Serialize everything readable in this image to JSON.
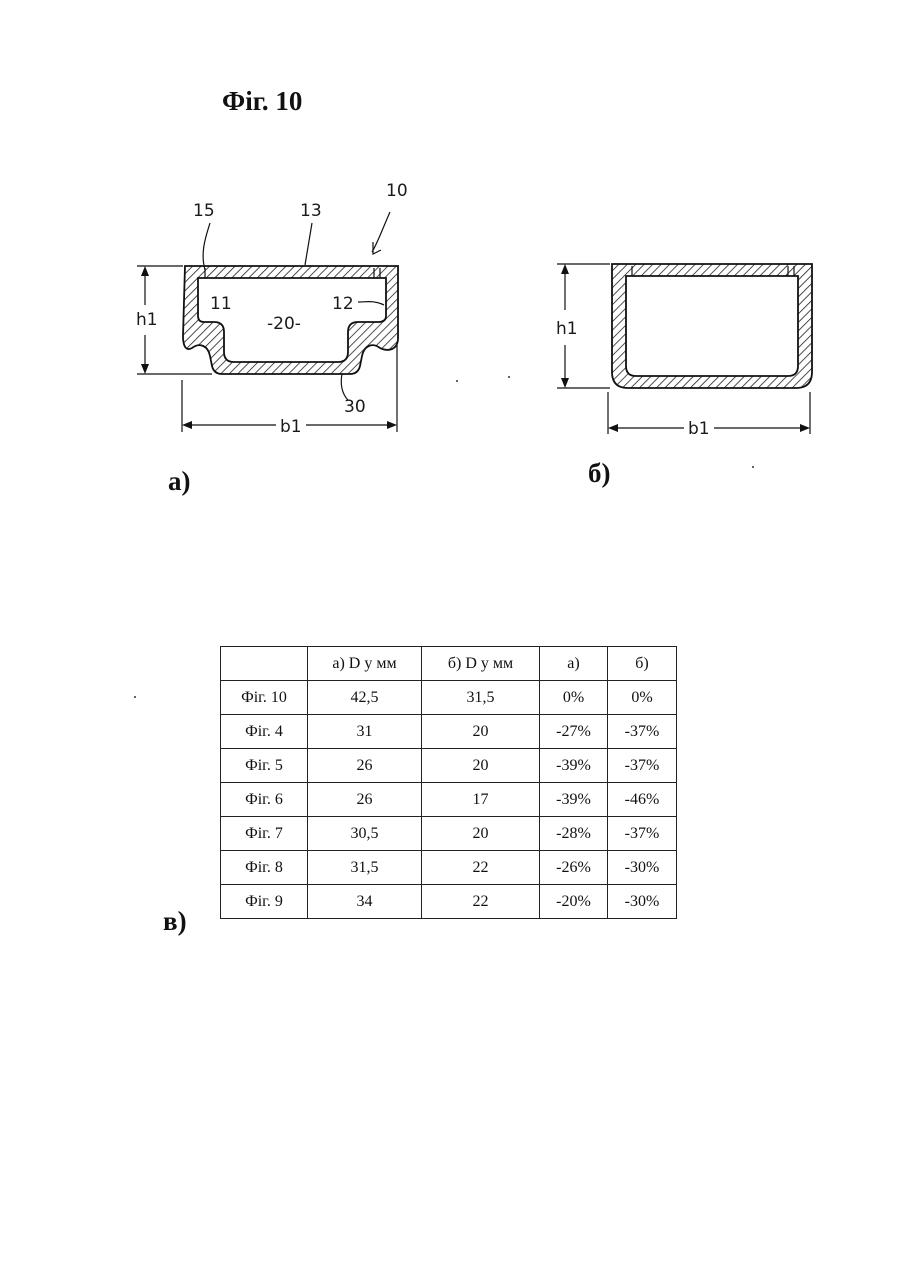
{
  "figure_title": "Фіг. 10",
  "panels": {
    "a": {
      "label": "а)",
      "callouts": {
        "ref_10": "10",
        "ref_15": "15",
        "ref_13": "13",
        "ref_11": "11",
        "ref_20": "-20-",
        "ref_12": "12",
        "ref_30": "30"
      },
      "dim_height": "h1",
      "dim_width": "b1"
    },
    "b": {
      "label": "б)",
      "dim_height": "h1",
      "dim_width": "b1"
    },
    "c": {
      "label": "в)"
    }
  },
  "table": {
    "headers": [
      "",
      "а) D у мм",
      "б) D у мм",
      "а)",
      "б)"
    ],
    "rows": [
      [
        "Фіг. 10",
        "42,5",
        "31,5",
        "0%",
        "0%"
      ],
      [
        "Фіг. 4",
        "31",
        "20",
        "-27%",
        "-37%"
      ],
      [
        "Фіг. 5",
        "26",
        "20",
        "-39%",
        "-37%"
      ],
      [
        "Фіг. 6",
        "26",
        "17",
        "-39%",
        "-46%"
      ],
      [
        "Фіг. 7",
        "30,5",
        "20",
        "-28%",
        "-37%"
      ],
      [
        "Фіг. 8",
        "31,5",
        "22",
        "-26%",
        "-30%"
      ],
      [
        "Фіг. 9",
        "34",
        "22",
        "-20%",
        "-30%"
      ]
    ]
  }
}
